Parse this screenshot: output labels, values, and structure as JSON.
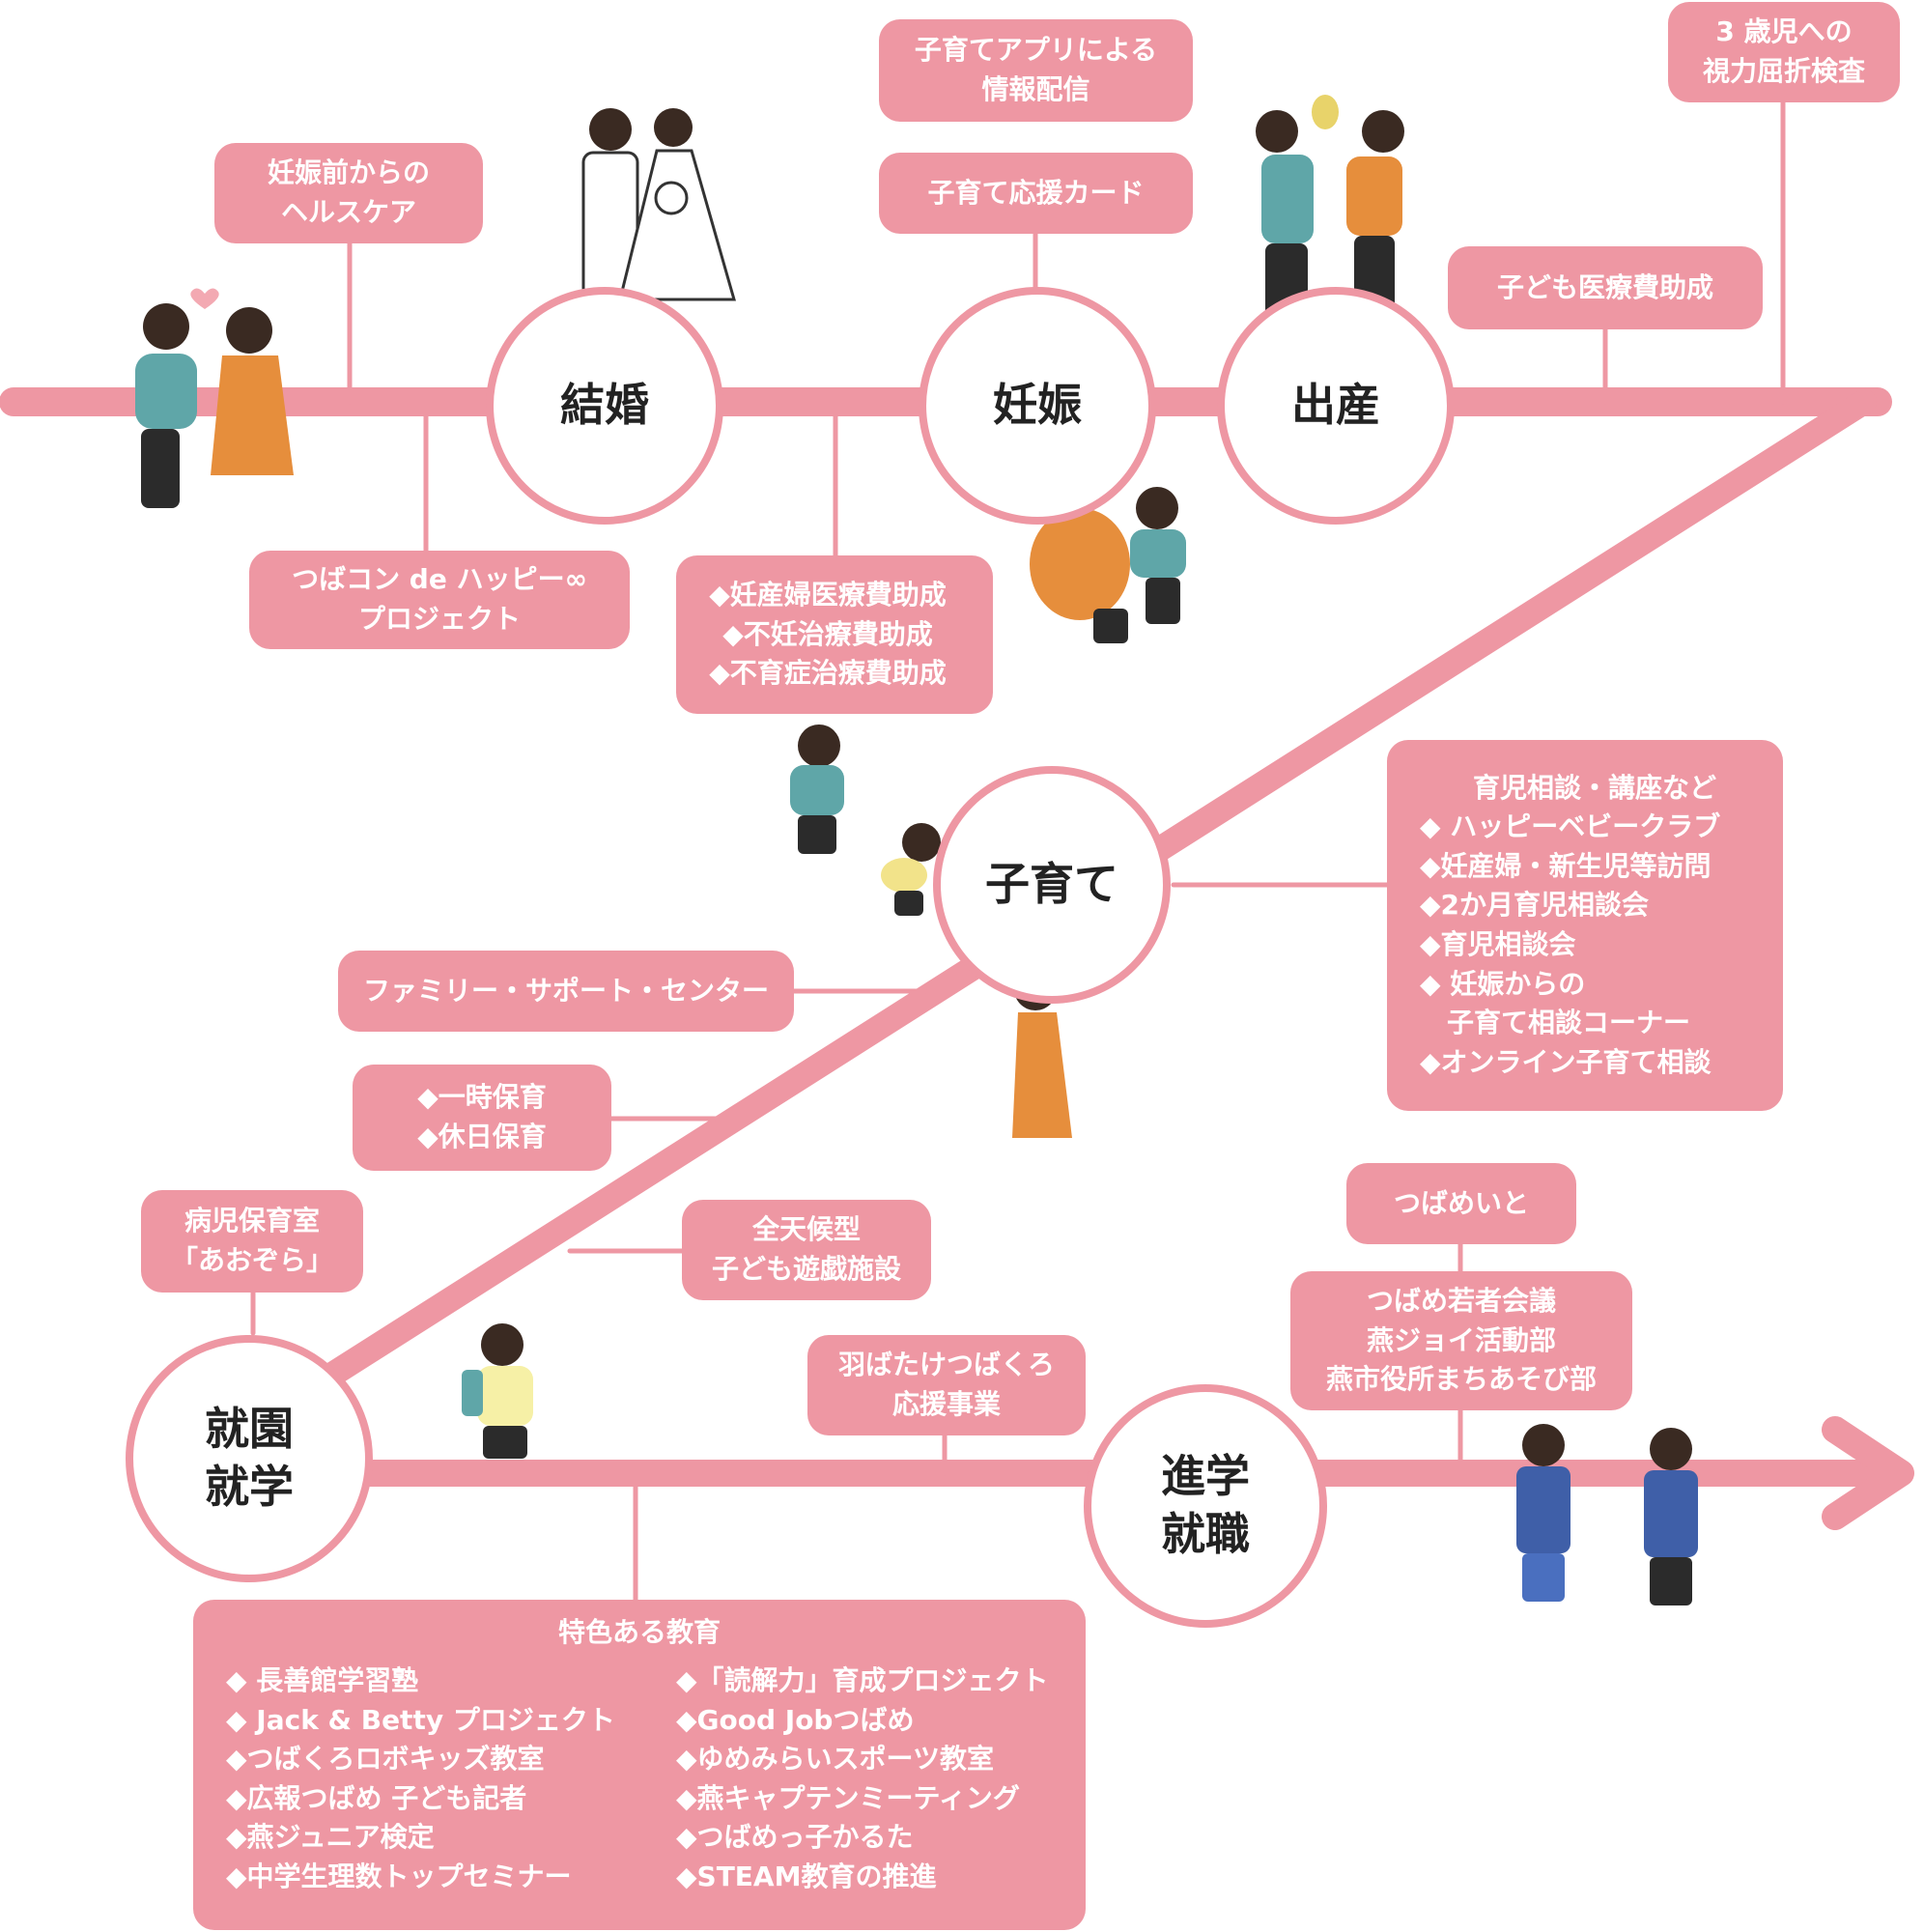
{
  "colors": {
    "accent": "#ee97a3",
    "stage_text": "#222222",
    "box_text": "#ffffff"
  },
  "stages": {
    "marriage": [
      "結婚"
    ],
    "pregnancy": [
      "妊娠"
    ],
    "birth": [
      "出産"
    ],
    "childcare": [
      "子育て"
    ],
    "school": [
      "就園",
      "就学"
    ],
    "career": [
      "進学",
      "就職"
    ]
  },
  "boxes": {
    "prepregnancy_healthcare": [
      "妊娠前からの",
      "ヘルスケア"
    ],
    "tsubakon": [
      "つばコン de ハッピー∞",
      "プロジェクト"
    ],
    "app_info": [
      "子育てアプリによる",
      "情報配信"
    ],
    "support_card": [
      "子育て応援カード"
    ],
    "medical_subsidy": [
      "◆妊産婦医療費助成",
      "◆不妊治療費助成",
      "◆不育症治療費助成"
    ],
    "vision_check": [
      "3 歳児への",
      "視力屈折検査"
    ],
    "child_medical": [
      "子ども医療費助成"
    ],
    "consultation": [
      "育児相談・講座など",
      "◆ ハッピーベビークラブ",
      "◆妊産婦・新生児等訪問",
      "◆2か月育児相談会",
      "◆育児相談会",
      "◆ 妊娠からの",
      "　子育て相談コーナー",
      "◆オンライン子育て相談"
    ],
    "family_support": [
      "ファミリー・サポート・センター"
    ],
    "temporary_care": [
      "◆一時保育",
      "◆休日保育"
    ],
    "sick_child_care": [
      "病児保育室",
      "「あおぞら」"
    ],
    "all_weather": [
      "全天候型",
      "子ども遊戯施設"
    ],
    "habatake": [
      "羽ばたけつばくろ",
      "応援事業"
    ],
    "tsubameito": [
      "つばめいと"
    ],
    "youth_council": [
      "つばめ若者会議",
      "燕ジョイ活動部",
      "燕市役所まちあそび部"
    ]
  },
  "education": {
    "title": "特色ある教育",
    "left": [
      "◆ 長善館学習塾",
      "◆ Jack & Betty プロジェクト",
      "◆つばくろロボキッズ教室",
      "◆広報つばめ 子ども記者",
      "◆燕ジュニア検定",
      "◆中学生理数トップセミナー"
    ],
    "right": [
      "◆「読解力」育成プロジェクト",
      "◆Good Jobつばめ",
      "◆ゆめみらいスポーツ教室",
      "◆燕キャプテンミーティング",
      "◆つばめっ子かるた",
      "◆STEAM教育の推進"
    ]
  },
  "illustrations": [
    "couple-illustration",
    "wedding-couple-illustration",
    "pregnant-mother-child-illustration",
    "parents-baby-illustration",
    "toddler-illustration",
    "crawling-baby-illustration",
    "mother-illustration",
    "schoolchild-illustration",
    "students-illustration",
    "heart-icon"
  ]
}
